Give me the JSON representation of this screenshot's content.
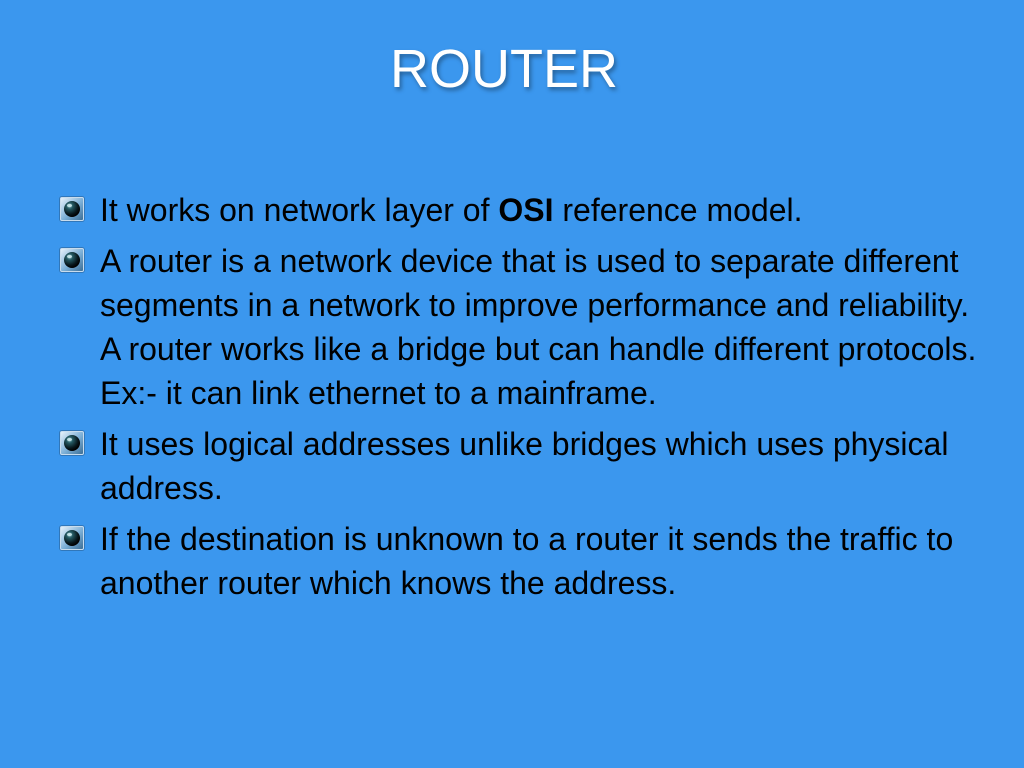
{
  "slide": {
    "title": "ROUTER",
    "bullets": [
      {
        "before": "It works on network layer of ",
        "bold": "OSI",
        "after": " reference model."
      },
      {
        "text": "A router is a network device that is used to separate different segments in a network to improve performance and reliability. A router works like a bridge but can handle different protocols. Ex:- it can link ethernet to a mainframe."
      },
      {
        "text": "It uses logical addresses unlike bridges which uses physical address."
      },
      {
        "text": "If the destination is unknown to a router it sends the traffic to another router which knows the address."
      }
    ]
  },
  "colors": {
    "background": "#3b97ee",
    "title": "#ffffff",
    "body_text": "#000000"
  },
  "icons": {
    "bullet": "glossy-orb-bullet-icon"
  }
}
